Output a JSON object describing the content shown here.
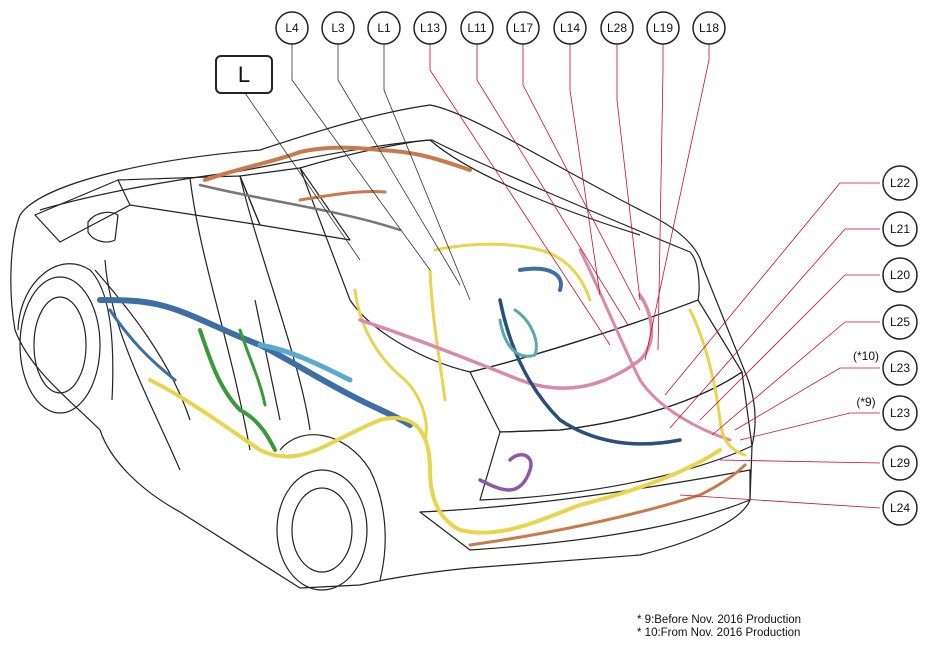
{
  "diagram": {
    "section_label": "L",
    "top_connectors": [
      "L4",
      "L3",
      "L1",
      "L13",
      "L11",
      "L17",
      "L14",
      "L28",
      "L19",
      "L18"
    ],
    "right_connectors": [
      {
        "label": "L22",
        "qualifier": ""
      },
      {
        "label": "L21",
        "qualifier": ""
      },
      {
        "label": "L20",
        "qualifier": ""
      },
      {
        "label": "L25",
        "qualifier": ""
      },
      {
        "label": "L23",
        "qualifier": "(*10)"
      },
      {
        "label": "L23",
        "qualifier": "(*9)"
      },
      {
        "label": "L29",
        "qualifier": ""
      },
      {
        "label": "L24",
        "qualifier": ""
      }
    ],
    "footnotes": [
      "* 9:Before Nov. 2016 Production",
      "* 10:From Nov. 2016 Production"
    ],
    "colors": {
      "outline": "#222222",
      "callout_black": "#333333",
      "callout_red": "#c8102e",
      "harness_yellow": "#e8d44d",
      "harness_blue": "#3d6fa5",
      "harness_green": "#3a9a3a",
      "harness_pink": "#d98aa8",
      "harness_orange": "#c87a4a",
      "harness_teal": "#5aa9a9",
      "harness_purple": "#8a5aa8"
    }
  }
}
